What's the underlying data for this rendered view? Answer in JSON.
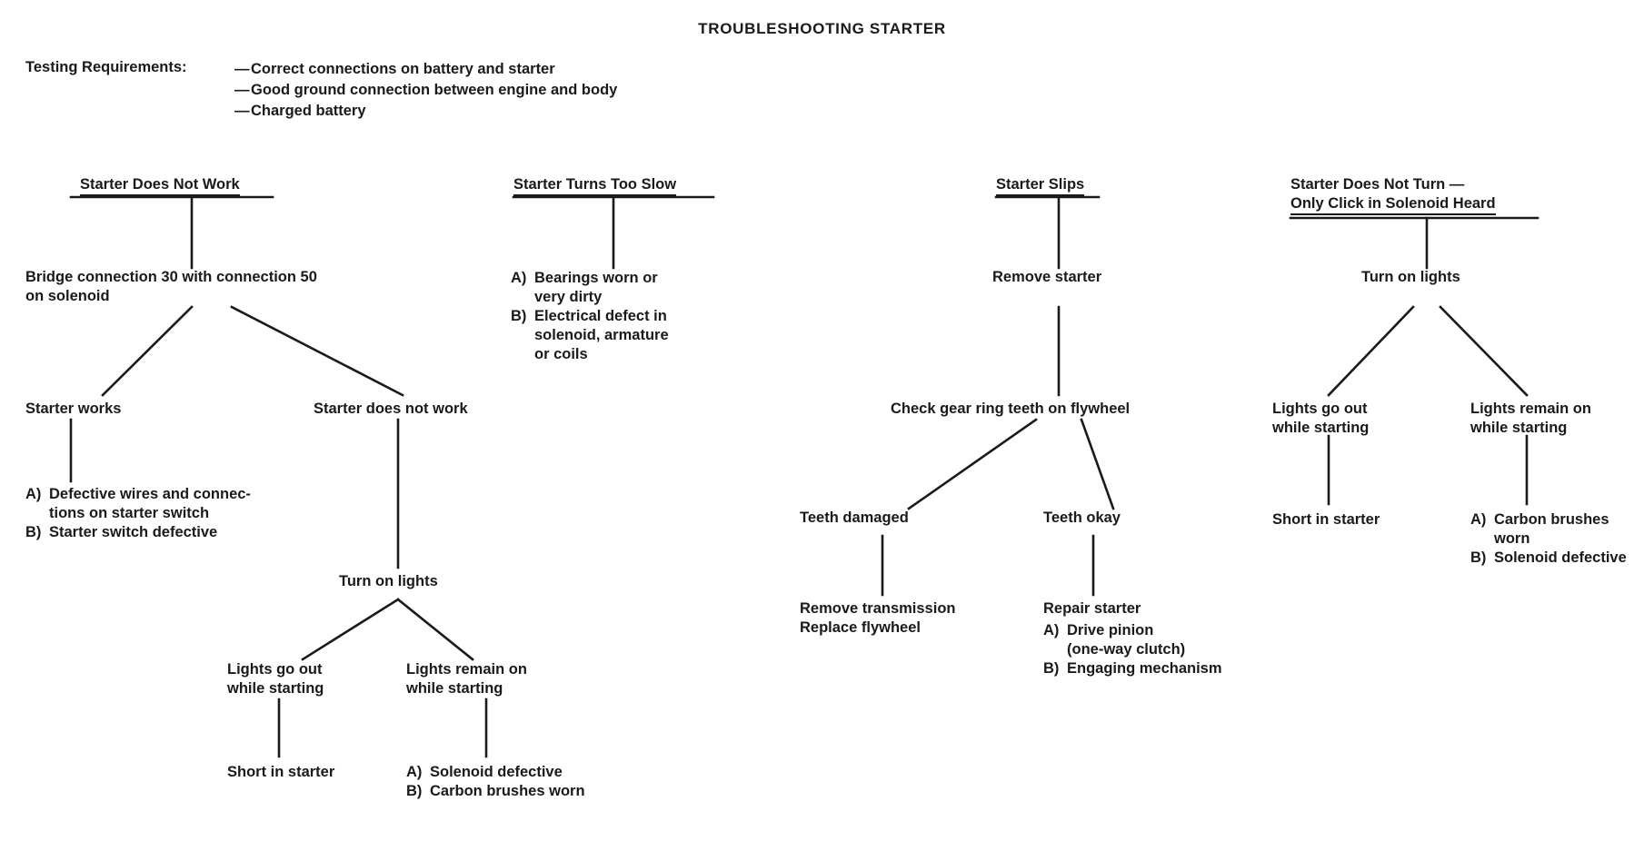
{
  "title": "TROUBLESHOOTING STARTER",
  "requirements": {
    "label": "Testing Requirements:",
    "items": [
      "Correct connections on battery and starter",
      "Good ground connection between engine and body",
      "Charged battery"
    ]
  },
  "columns": [
    {
      "id": "starter-does-not-work",
      "header": "Starter Does Not Work",
      "nodes": {
        "bridge_line1": "Bridge connection 30 with connection 50",
        "bridge_line2": "on solenoid",
        "starter_works": "Starter works",
        "starter_does_not_work": "Starter does not work",
        "turn_on_lights": "Turn on lights",
        "lights_go_out_l1": "Lights go out",
        "lights_go_out_l2": "while starting",
        "lights_remain_l1": "Lights remain on",
        "lights_remain_l2": "while starting",
        "short_in_starter": "Short in starter"
      },
      "works_causes": [
        {
          "mark": "A)",
          "text": "Defective wires and connec-",
          "cont": "tions on starter switch"
        },
        {
          "mark": "B)",
          "text": "Starter switch defective",
          "cont": ""
        }
      ],
      "lights_remain_causes": [
        {
          "mark": "A)",
          "text": "Solenoid defective",
          "cont": ""
        },
        {
          "mark": "B)",
          "text": "Carbon brushes worn",
          "cont": ""
        }
      ]
    },
    {
      "id": "starter-turns-too-slow",
      "header": "Starter Turns Too Slow",
      "causes": [
        {
          "mark": "A)",
          "text": "Bearings worn or",
          "cont": "very dirty"
        },
        {
          "mark": "B)",
          "text": "Electrical defect in",
          "cont": "solenoid, armature",
          "cont2": "or coils"
        }
      ]
    },
    {
      "id": "starter-slips",
      "header": "Starter Slips",
      "nodes": {
        "remove_starter": "Remove starter",
        "check_gear_ring": "Check gear ring teeth on flywheel",
        "teeth_damaged": "Teeth damaged",
        "teeth_okay": "Teeth okay",
        "remove_transmission": "Remove transmission",
        "replace_flywheel": "Replace flywheel",
        "repair_starter": "Repair starter"
      },
      "repair_causes": [
        {
          "mark": "A)",
          "text": "Drive pinion",
          "cont": "(one-way clutch)"
        },
        {
          "mark": "B)",
          "text": "Engaging mechanism",
          "cont": ""
        }
      ]
    },
    {
      "id": "starter-does-not-turn",
      "header_line1": "Starter Does Not Turn —",
      "header_line2": "Only Click in Solenoid Heard",
      "nodes": {
        "turn_on_lights": "Turn on lights",
        "lights_go_out_l1": "Lights go out",
        "lights_go_out_l2": "while starting",
        "lights_remain_l1": "Lights remain on",
        "lights_remain_l2": "while starting",
        "short_in_starter": "Short in starter"
      },
      "lights_remain_causes": [
        {
          "mark": "A)",
          "text": "Carbon brushes",
          "cont": "worn"
        },
        {
          "mark": "B)",
          "text": "Solenoid defective",
          "cont": ""
        }
      ]
    }
  ],
  "colors": {
    "ink": "#1a1a1a",
    "background": "#ffffff"
  }
}
